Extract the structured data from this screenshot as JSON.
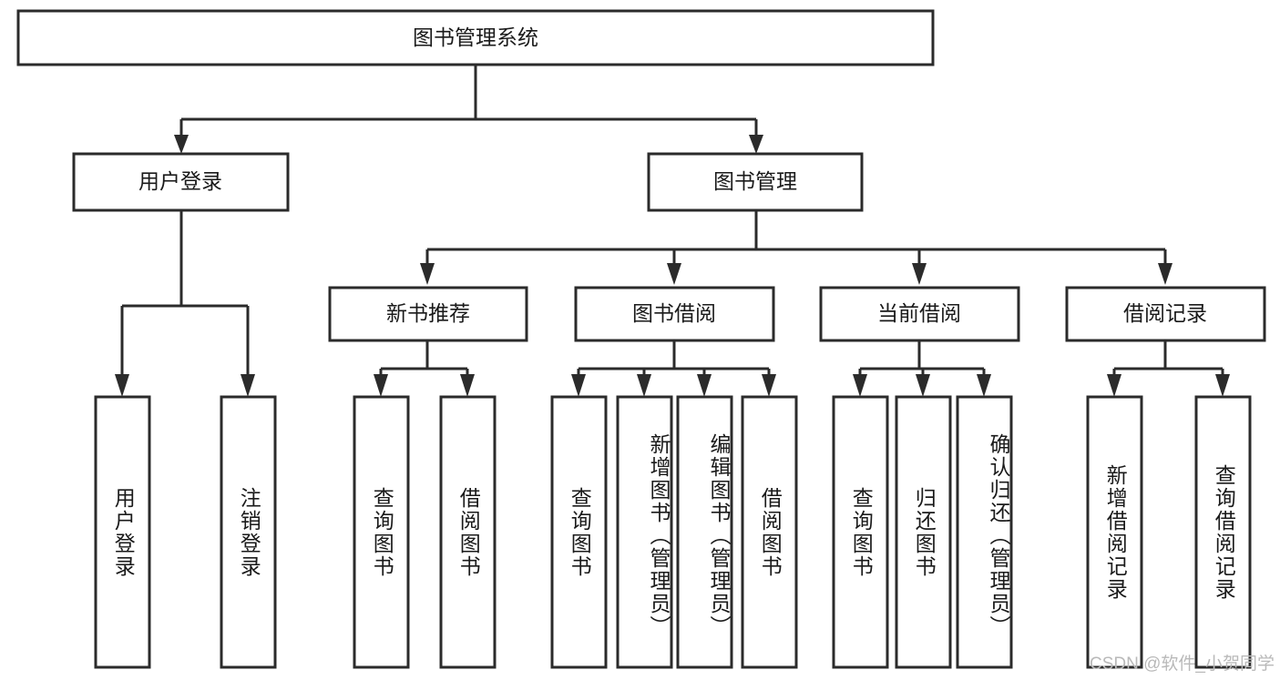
{
  "diagram": {
    "title": "图书管理系统",
    "type": "function-tree",
    "root": {
      "id": "root",
      "label": "图书管理系统"
    },
    "level1": [
      {
        "id": "user-login",
        "label": "用户登录"
      },
      {
        "id": "book-manage",
        "label": "图书管理"
      }
    ],
    "level2": [
      {
        "id": "new-book-recommend",
        "label": "新书推荐",
        "parent": "book-manage"
      },
      {
        "id": "book-borrow",
        "label": "图书借阅",
        "parent": "book-manage"
      },
      {
        "id": "current-borrow",
        "label": "当前借阅",
        "parent": "book-manage"
      },
      {
        "id": "borrow-record",
        "label": "借阅记录",
        "parent": "book-manage"
      }
    ],
    "leaves": [
      {
        "id": "leaf-user-login",
        "label": "用户登录",
        "parent": "user-login"
      },
      {
        "id": "leaf-logout-login",
        "label": "注销登录",
        "parent": "user-login"
      },
      {
        "id": "leaf-query-book-1",
        "label": "查询图书",
        "parent": "new-book-recommend"
      },
      {
        "id": "leaf-borrow-book-1",
        "label": "借阅图书",
        "parent": "new-book-recommend"
      },
      {
        "id": "leaf-query-book-2",
        "label": "查询图书",
        "parent": "book-borrow"
      },
      {
        "id": "leaf-add-book",
        "label": "新增图书（管理员）",
        "parent": "book-borrow"
      },
      {
        "id": "leaf-edit-book",
        "label": "编辑图书（管理员）",
        "parent": "book-borrow"
      },
      {
        "id": "leaf-borrow-book-2",
        "label": "借阅图书",
        "parent": "book-borrow"
      },
      {
        "id": "leaf-query-book-3",
        "label": "查询图书",
        "parent": "current-borrow"
      },
      {
        "id": "leaf-return-book",
        "label": "归还图书",
        "parent": "current-borrow"
      },
      {
        "id": "leaf-confirm-return",
        "label": "确认归还（管理员）",
        "parent": "current-borrow"
      },
      {
        "id": "leaf-add-record",
        "label": "新增借阅记录",
        "parent": "borrow-record"
      },
      {
        "id": "leaf-query-record",
        "label": "查询借阅记录",
        "parent": "borrow-record"
      }
    ],
    "colors": {
      "stroke": "#2b2b2b",
      "fill": "#ffffff",
      "text": "#1a1a1a",
      "watermark": "#b9b9b9",
      "background": "#ffffff"
    }
  },
  "watermark": {
    "text": "CSDN @软件_小贺同学"
  }
}
